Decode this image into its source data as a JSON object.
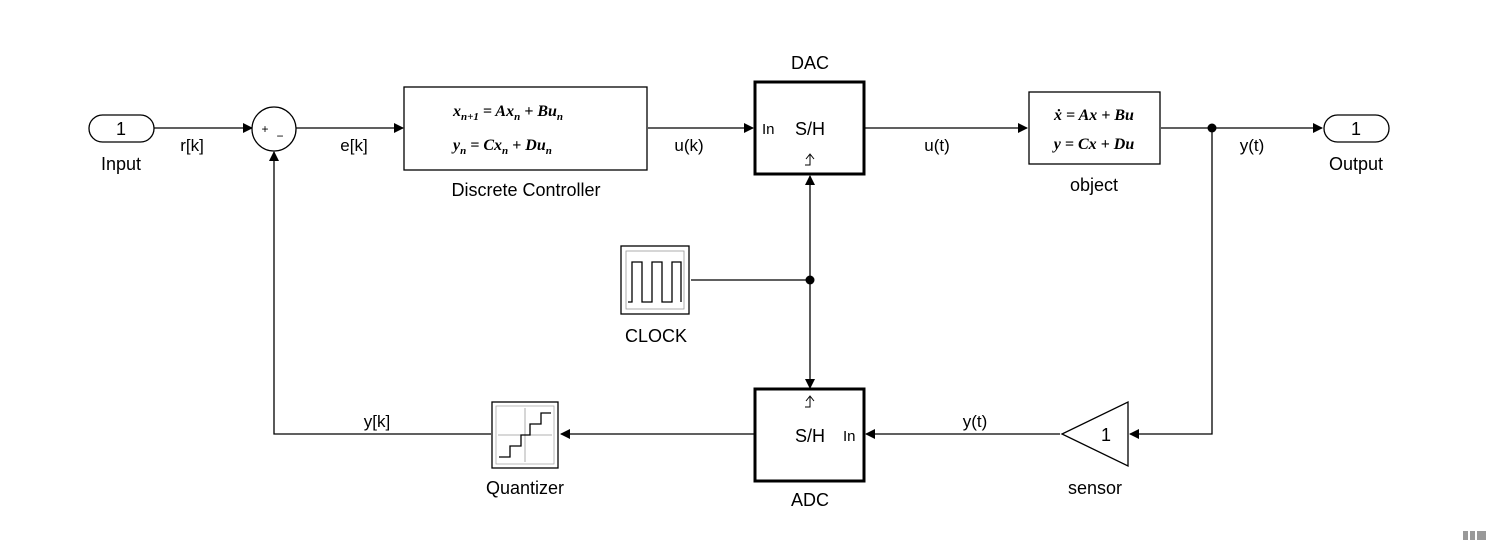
{
  "blocks": {
    "input": {
      "port": "1",
      "label": "Input"
    },
    "output": {
      "port": "1",
      "label": "Output"
    },
    "sum": {
      "plus": "+",
      "minus": "−"
    },
    "controller": {
      "eq1_lhs": "x",
      "eq1_lhs_sub": "n+1",
      "eq1_rhs": "= Ax",
      "eq1_rhs_sub": "n",
      "eq1_tail": " + Bu",
      "eq1_tail_sub": "n",
      "eq2_lhs": "y",
      "eq2_lhs_sub": "n",
      "eq2_rhs": "= Cx",
      "eq2_rhs_sub": "n",
      "eq2_tail": " + Du",
      "eq2_tail_sub": "n",
      "label": "Discrete Controller"
    },
    "dac": {
      "title": "DAC",
      "in": "In",
      "text": "S/H"
    },
    "adc": {
      "title": "ADC",
      "in": "In",
      "text": "S/H"
    },
    "object": {
      "eq1": "ẋ = Ax + Bu",
      "eq2": "y = Cx + Du",
      "label": "object"
    },
    "clock": {
      "label": "CLOCK"
    },
    "sensor": {
      "gain": "1",
      "label": "sensor"
    },
    "quantizer": {
      "label": "Quantizer"
    }
  },
  "signals": {
    "r": "r[k]",
    "e": "e[k]",
    "u_k": "u(k)",
    "u_t": "u(t)",
    "y_t_top": "y(t)",
    "y_t_bottom": "y(t)",
    "y_k": "y[k]"
  }
}
